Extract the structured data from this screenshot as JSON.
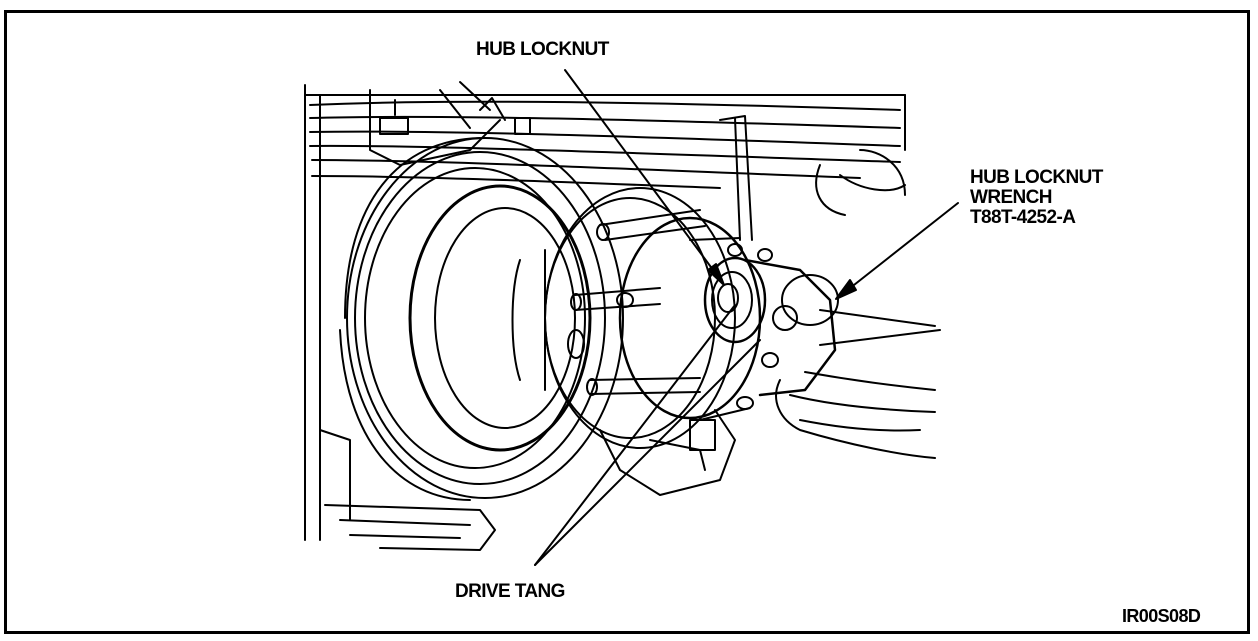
{
  "labels": {
    "hub_locknut": "HUB LOCKNUT",
    "wrench_line1": "HUB LOCKNUT",
    "wrench_line2": "WRENCH",
    "wrench_line3": "T88T-4252-A",
    "drive_tang": "DRIVE TANG",
    "figure_id": "IR00S08D"
  }
}
